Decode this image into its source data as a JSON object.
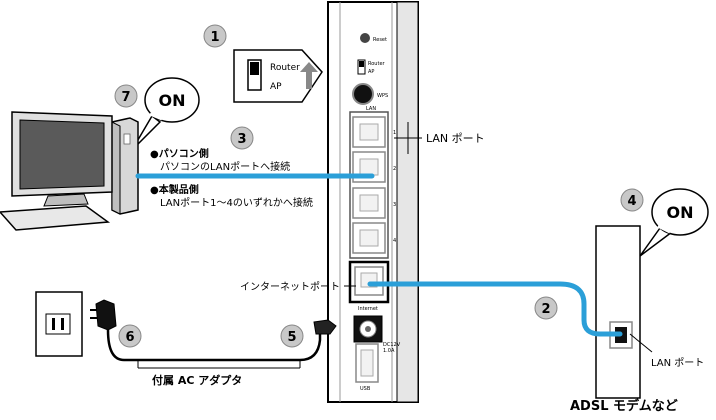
{
  "steps": {
    "s1": "1",
    "s2": "2",
    "s3": "3",
    "s4": "4",
    "s5": "5",
    "s6": "6",
    "s7": "7"
  },
  "bubbles": {
    "pc_on": "ON",
    "modem_on": "ON"
  },
  "switch_inset": {
    "router": "Router",
    "ap": "AP"
  },
  "router_panel": {
    "reset": "Reset",
    "router": "Router",
    "ap": "AP",
    "wps": "WPS",
    "lan": "LAN",
    "port1": "1",
    "port2": "2",
    "port3": "3",
    "port4": "4",
    "internet": "Internet",
    "dc1": "DC12V",
    "dc2": "1.0A",
    "usb": "USB"
  },
  "labels": {
    "lan_port": "LAN ポート",
    "internet_port": "インターネットポート",
    "pc_side_head": "●パソコン側",
    "pc_side_body": "パソコンのLANポートへ接続",
    "unit_side_head": "●本製品側",
    "unit_side_body": "LANポート1〜4のいずれかへ接続",
    "adapter": "付属 AC アダプタ",
    "modem_lan_port": "LAN ポート",
    "modem": "ADSL モデムなど"
  },
  "colors": {
    "cable": "#2b9fd8",
    "step_circle": "#c8c8c8",
    "panel_shade": "#e6e6e6"
  }
}
